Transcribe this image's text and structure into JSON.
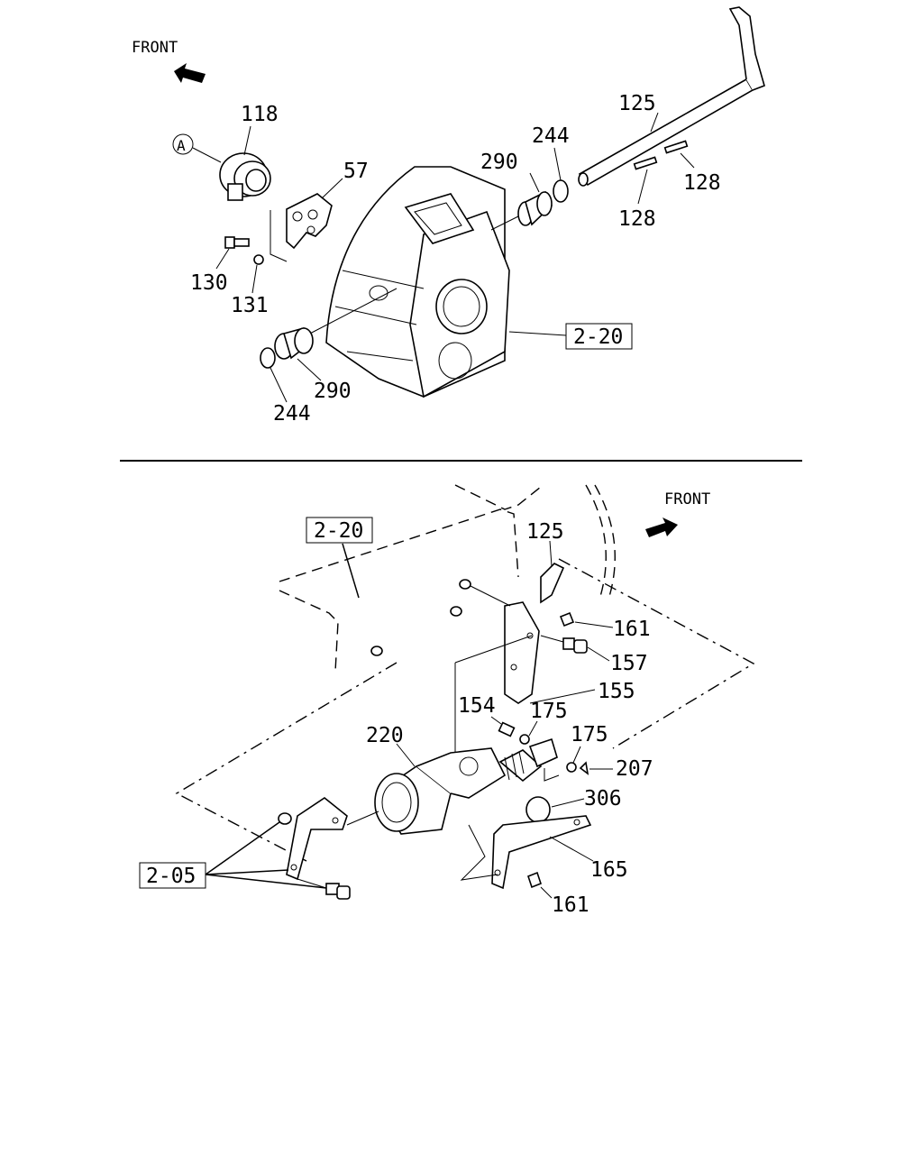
{
  "top_section": {
    "front_label": "FRONT",
    "circle_ref": "A",
    "ref_box": "2-20",
    "callouts": {
      "c118": "118",
      "c57": "57",
      "c130": "130",
      "c131": "131",
      "c290a": "290",
      "c244a": "244",
      "c125": "125",
      "c128a": "128",
      "c128b": "128",
      "c290b": "290",
      "c244b": "244"
    }
  },
  "bottom_section": {
    "front_label": "FRONT",
    "ref_box_top": "2-20",
    "ref_box_left": "2-05",
    "callouts": {
      "c125": "125",
      "c161a": "161",
      "c157": "157",
      "c155": "155",
      "c154": "154",
      "c175a": "175",
      "c175b": "175",
      "c220": "220",
      "c207": "207",
      "c306": "306",
      "c165": "165",
      "c161b": "161"
    }
  },
  "colors": {
    "ink": "#000000",
    "paper": "#ffffff"
  }
}
